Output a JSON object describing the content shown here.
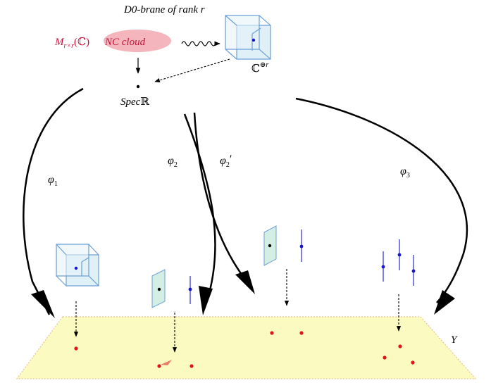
{
  "diagram": {
    "title": "D0-brane of rank r",
    "matrix_label_M": "M",
    "matrix_label_sub": "r×r",
    "matrix_label_field": "(ℂ)",
    "nc_cloud_label": "NC cloud",
    "vector_space_base": "ℂ",
    "vector_space_sup": "⊕r",
    "spec_label_text": "Spec",
    "spec_label_field": "ℝ",
    "phi1_base": "φ",
    "phi1_sub": "1",
    "phi2_base": "φ",
    "phi2_sub": "2",
    "phi2prime_base": "φ",
    "phi2prime_sub": "2",
    "phi2prime_mark": "′",
    "phi3_base": "φ",
    "phi3_sub": "3",
    "target_label": "Y"
  },
  "colors": {
    "cloud_fill": "#f4b6bc",
    "red_text": "#c0143c",
    "cube_stroke": "#6c9fd8",
    "cube_fill": "#d9eef6",
    "plane_fill": "#fbfac0",
    "plane_edge": "#e7c48e",
    "point_red": "#e0151b",
    "point_blue": "#1515cc"
  }
}
